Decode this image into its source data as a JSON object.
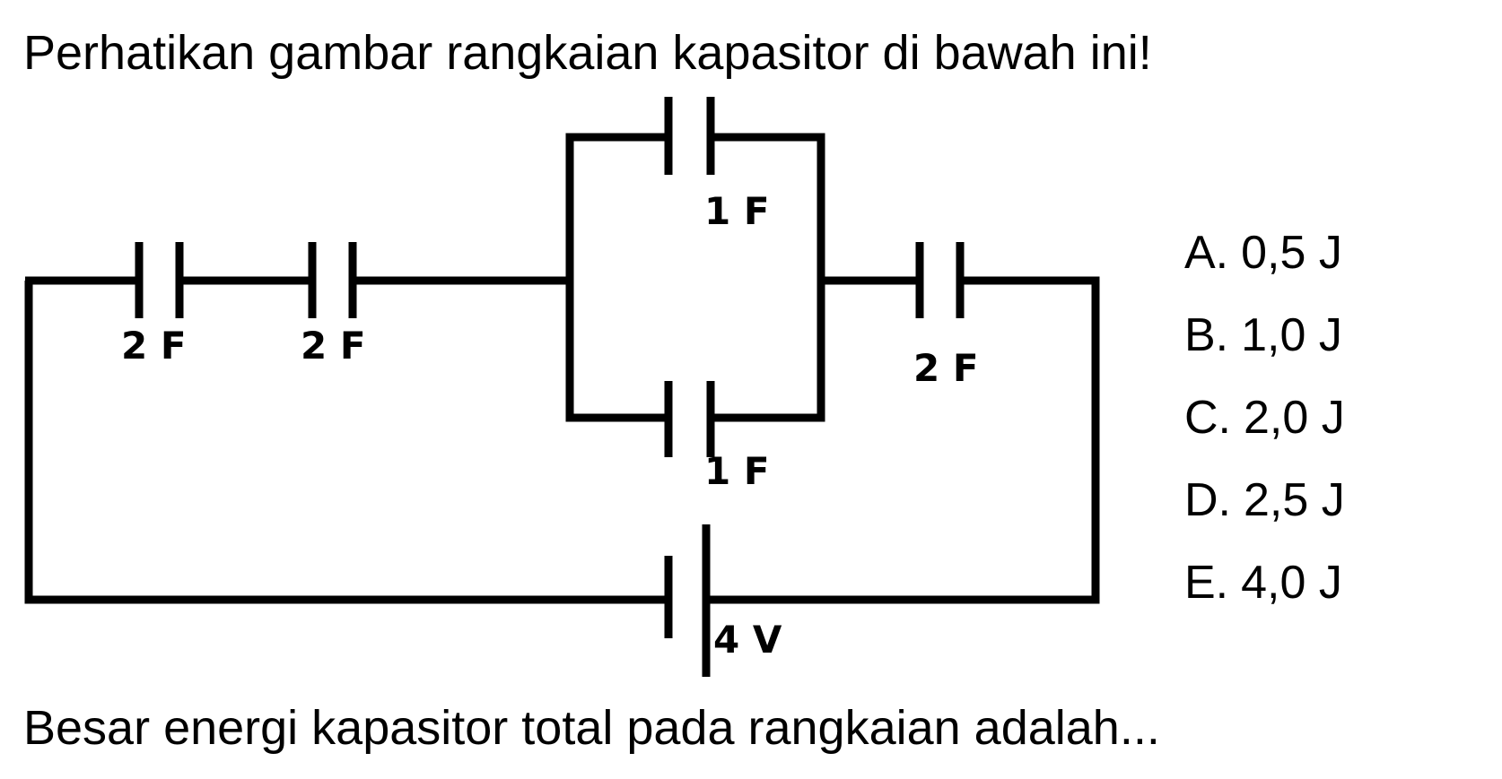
{
  "question": {
    "intro": "Perhatikan gambar rangkaian kapasitor di bawah ini!",
    "prompt": "Besar energi kapasitor total pada rangkaian adalah..."
  },
  "circuit": {
    "capacitors": [
      {
        "id": "c1",
        "value": "2 F"
      },
      {
        "id": "c2",
        "value": "2 F"
      },
      {
        "id": "c3",
        "value": "1 F"
      },
      {
        "id": "c4",
        "value": "1 F"
      },
      {
        "id": "c5",
        "value": "2 F"
      }
    ],
    "battery": {
      "value": "4 V"
    }
  },
  "options": [
    {
      "letter": "A.",
      "text": "0,5 J"
    },
    {
      "letter": "B.",
      "text": "1,0 J"
    },
    {
      "letter": "C.",
      "text": "2,0 J"
    },
    {
      "letter": "D.",
      "text": "2,5 J"
    },
    {
      "letter": "E.",
      "text": "4,0 J"
    }
  ],
  "colors": {
    "ink": "#000000",
    "background": "#ffffff"
  }
}
